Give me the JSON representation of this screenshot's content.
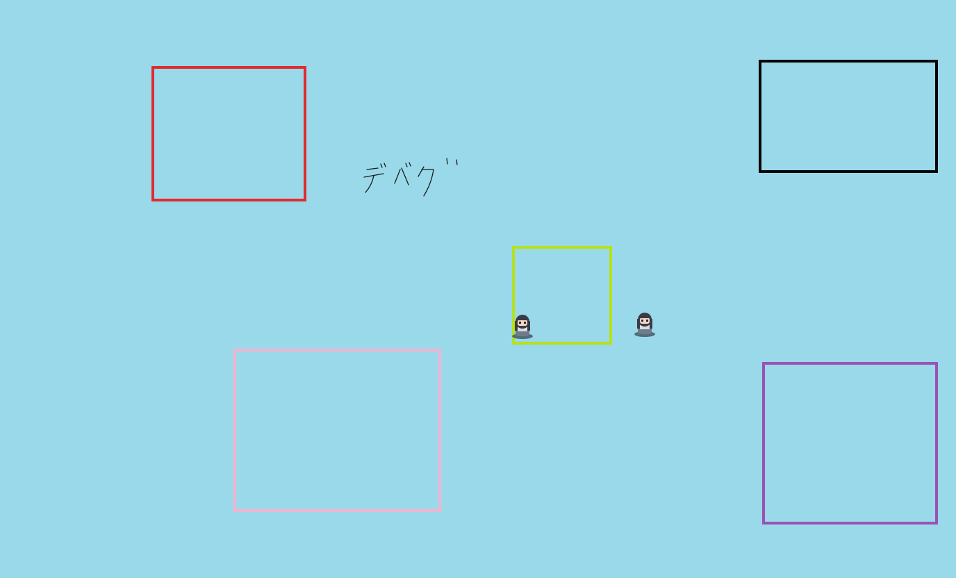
{
  "scene": {
    "background_color": "#9ad9e9",
    "debug_label": "デバッグ"
  },
  "zones": [
    {
      "id": "zone-red",
      "color": "#e02b2f"
    },
    {
      "id": "zone-black",
      "color": "#050505"
    },
    {
      "id": "zone-lime",
      "color": "#b5e11d"
    },
    {
      "id": "zone-pink",
      "color": "#f2b3d0"
    },
    {
      "id": "zone-purple",
      "color": "#9b52b6"
    }
  ],
  "characters": [
    {
      "id": "npc-1",
      "icon": "chibi-girl-character-icon",
      "hair_color": "#3b3b48",
      "skin_color": "#f3d6c4",
      "outfit_color": "#6f7b8a"
    },
    {
      "id": "npc-2",
      "icon": "chibi-girl-character-icon",
      "hair_color": "#3b3b48",
      "skin_color": "#f3d6c4",
      "outfit_color": "#6f7b8a"
    }
  ]
}
